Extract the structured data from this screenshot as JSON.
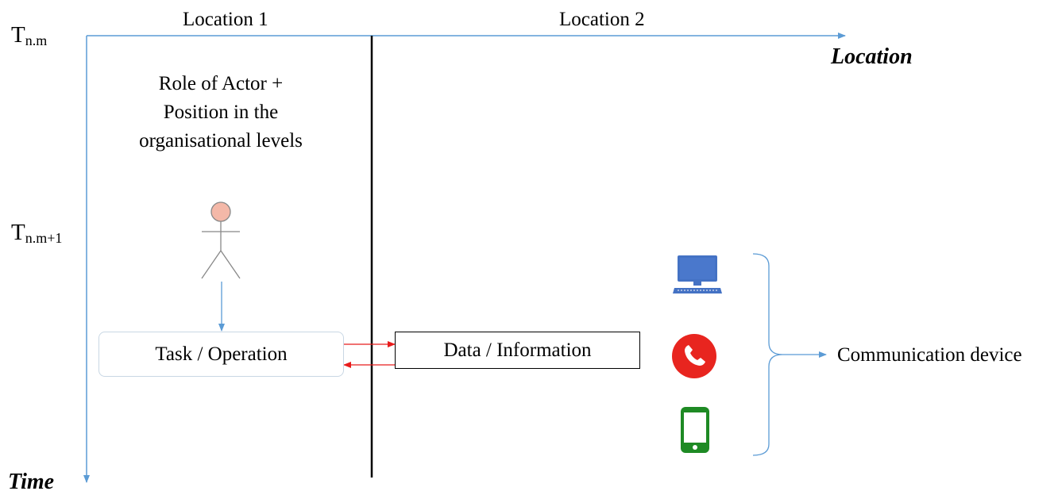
{
  "headers": {
    "location1": "Location 1",
    "location2": "Location 2"
  },
  "axes": {
    "horizontal_label": "Location",
    "vertical_label": "Time"
  },
  "time_marks": [
    {
      "base": "T",
      "sub": "n.m"
    },
    {
      "base": "T",
      "sub": "n.m+1"
    }
  ],
  "actor": {
    "description": "Role of Actor + Position in the organisational levels",
    "icon": "actor-stick-figure-icon"
  },
  "task_box": {
    "label": "Task / Operation"
  },
  "data_box": {
    "label": "Data / Information"
  },
  "devices": {
    "items": [
      {
        "name": "computer-icon",
        "color": "#4472c4"
      },
      {
        "name": "telephone-icon",
        "color": "#e8251f"
      },
      {
        "name": "mobile-phone-icon",
        "color": "#1e8a24"
      }
    ],
    "label": "Communication device"
  },
  "colors": {
    "axis": "#5b9bd5",
    "exchange_arrows": "#e81c1c",
    "divider": "#000000",
    "actor_head": "#f4b8a8"
  }
}
